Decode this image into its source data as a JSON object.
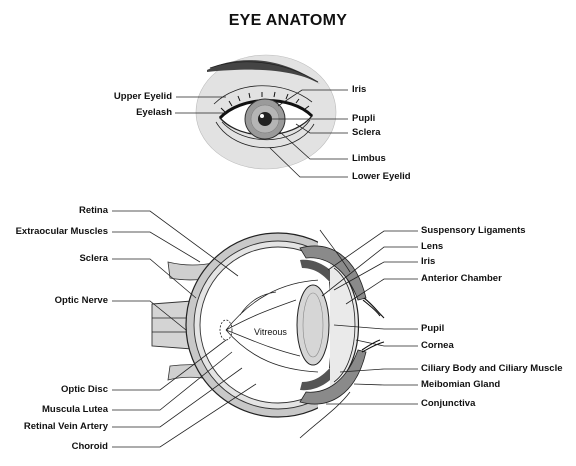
{
  "title": "EYE ANATOMY",
  "front_view": {
    "left_labels": [
      "Upper Eyelid",
      "Eyelash"
    ],
    "right_labels": [
      "Iris",
      "Pupli",
      "Sclera",
      "Limbus",
      "Lower Eyelid"
    ]
  },
  "section_view": {
    "left_labels": [
      "Retina",
      "Extraocular Muscles",
      "Sclera",
      "Optic Nerve",
      "Optic Disc",
      "Musculа Lutea",
      "Retinal Vein Artery",
      "Choroid"
    ],
    "center_label": "Vitreous",
    "right_labels": [
      "Suspensory Ligaments",
      "Lens",
      "Iris",
      "Anterior Chamber",
      "Pupil",
      "Cornea",
      "Ciliary Body and Ciliary Muscle",
      "Meibomian Gland",
      "Conjunctiva"
    ]
  },
  "colors": {
    "skin": "#e2e2e2",
    "tissue": "#c8c8c8",
    "dark": "#4a4a4a",
    "line": "#222222"
  }
}
